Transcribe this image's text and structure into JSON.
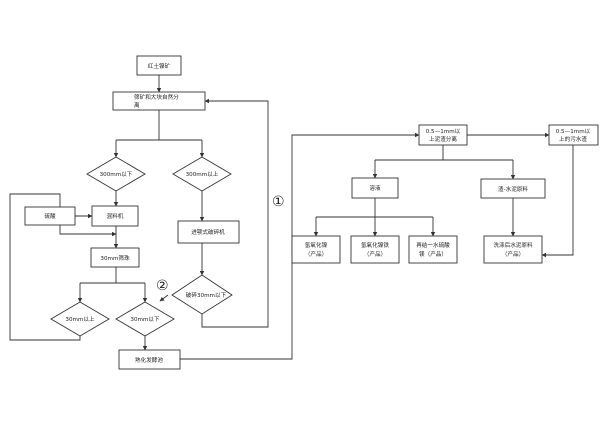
{
  "diagram": {
    "nodes": {
      "n_start": "红土镍矿",
      "n_screen": [
        "筛矿和大块自然分",
        "离"
      ],
      "n_d300_below": "300mm以下",
      "n_d300_above": "300mm以上",
      "n_acid": "硫酸",
      "n_mixer": "混料机",
      "n_crusher": "进颚式破碎机",
      "n_pile": "30mm筛珠",
      "n_d30_crushed": "破碎30mm以下",
      "n_d30_above": "30mm以上",
      "n_d30_below": "30mm以下",
      "n_leach": "熟化发酵池",
      "n_sep1": [
        "0.5—1mm以",
        "上泥渣分离"
      ],
      "n_sep2": [
        "0.5—1mm以",
        "上的污水渣"
      ],
      "n_solution": "溶液",
      "n_slag": "渣-水泥原料",
      "n_p1": [
        "氢氧化镍",
        "（产品）"
      ],
      "n_p2": [
        "氢氧化镍铁",
        "（产品）"
      ],
      "n_p3": [
        "再结一水硫酸",
        "镁（产品）"
      ],
      "n_p4": [
        "洗涤后水泥原料",
        "（产品）"
      ]
    },
    "markers": {
      "m1": "①",
      "m2": "②"
    }
  }
}
